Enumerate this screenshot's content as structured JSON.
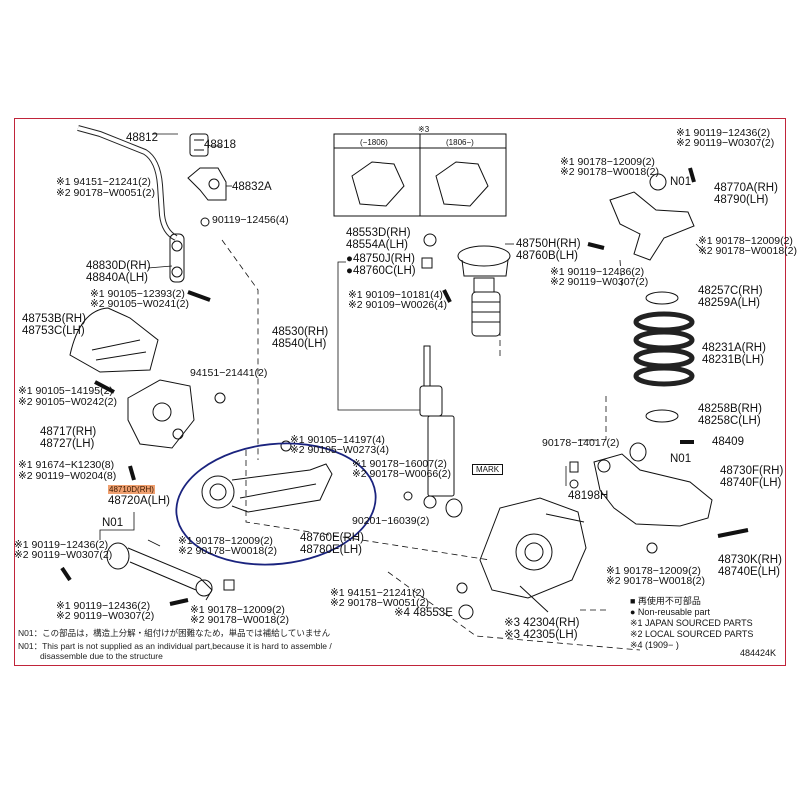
{
  "labels": {
    "l48812": "48812",
    "l48818": "48818",
    "l48832a": "48832A",
    "l194151a": "※1 94151−21241(2)",
    "l290178a": "※2 90178−W0051(2)",
    "l90119_12456": "90119−12456(4)",
    "l48830d": "48830D(RH)",
    "l48840a": "48840A(LH)",
    "l190105_12393": "※1 90105−12393(2)",
    "l290105_w0241": "※2 90105−W0241(2)",
    "l48753b": "48753B(RH)",
    "l48753c": "48753C(LH)",
    "l94151_21441": "94151−21441(2)",
    "l190105_14195": "※1 90105−14195(2)",
    "l290105_w0242": "※2 90105−W0242(2)",
    "l48717": "48717(RH)",
    "l48727": "48727(LH)",
    "l191674": "※1 91674−K1230(8)",
    "l290119_w0204": "※2 90119−W0204(8)",
    "l48710d": "48710D(RH)",
    "l48720a": "48720A(LH)",
    "lN01a": "N01",
    "l190119_12436a": "※1 90119−12436(2)",
    "l290119_w0307a": "※2 90119−W0307(2)",
    "l190178_12009a": "※1 90178−12009(2)",
    "l290178_w0018a": "※2 90178−W0018(2)",
    "l190119_12436b": "※1 90119−12436(2)",
    "l290119_w0307b": "※2 90119−W0307(2)",
    "l190178_12009b": "※1 90178−12009(2)",
    "l290178_w0018b": "※2 90178−W0018(2)",
    "l190105_14197": "※1 90105−14197(4)",
    "l290105_w0273": "※2 90105−W0273(4)",
    "l48760e": "48760E(RH)",
    "l48780e": "48780E(LH)",
    "l48530": "48530(RH)",
    "l48540": "48540(LH)",
    "l48553d": "48553D(RH)",
    "l48554a": "48554A(LH)",
    "l48750j": "●48750J(RH)",
    "l48760c": "●48760C(LH)",
    "l190109_10181": "※1 90109−10181(4)",
    "l290109_w0026": "※2 90109−W0026(4)",
    "l48750h": "48750H(RH)",
    "l48760b": "48760B(LH)",
    "lmark": "MARK",
    "l190178_16007": "※1 90178−16007(2)",
    "l290178_w0066": "※2 90178−W0066(2)",
    "l90201_16039": "90201−16039(2)",
    "l194151_21241b": "※1 94151−21241(2)",
    "l290178_w0051b": "※2 90178−W0051(2)",
    "l48553e": "※4 48553E",
    "l42304": "※3 42304(RH)",
    "l42305": "※3 42305(LH)",
    "lstar3": "※3",
    "ltab1": "(−1806)",
    "ltab2": "(1806−)",
    "l190119_12436c": "※1 90119−12436(2)",
    "l290119_w0307c": "※2 90119−W0307(2)",
    "l190178_12009c": "※1 90178−12009(2)",
    "l290178_w0018c": "※2 90178−W0018(2)",
    "lN01b": "N01",
    "l48770a": "48770A(RH)",
    "l48790": "48790(LH)",
    "l190178_12009d": "※1 90178−12009(2)",
    "l290178_w0018d": "※2 90178−W0018(2)",
    "l190119_12436d": "※1 90119−12436(2)",
    "l290119_w0307d": "※2 90119−W0307(2)",
    "l48257c": "48257C(RH)",
    "l48259a": "48259A(LH)",
    "l48231a": "48231A(RH)",
    "l48231b": "48231B(LH)",
    "l48258b": "48258B(RH)",
    "l48258c": "48258C(LH)",
    "l90178_14017": "90178−14017(2)",
    "l48409": "48409",
    "lN01c": "N01",
    "l48198h": "48198H",
    "l48730f": "48730F(RH)",
    "l48740f": "48740F(LH)",
    "l190178_12009e": "※1 90178−12009(2)",
    "l290178_w0018e": "※2 90178−W0018(2)",
    "l48730k": "48730K(RH)",
    "l48740e": "48740E(LH)"
  },
  "legend": {
    "l1": "■ 再使用不可部品",
    "l2": "● Non-reusable part",
    "l3": "※1 JAPAN SOURCED PARTS",
    "l4": "※2 LOCAL SOURCED PARTS",
    "l5": "※4 (1909−    )"
  },
  "notes": {
    "n1": "N01：この部品は，構造上分解・組付けが困難なため，単品では補給していません",
    "n2": "N01：This part is not supplied as an individual part,because it is hard to assemble /",
    "n3": "disassemble due to the structure"
  },
  "diagram_code": "484424K",
  "colors": {
    "frame": "#c0243a",
    "circle": "#1a237e",
    "highlight": "#f0a070"
  }
}
